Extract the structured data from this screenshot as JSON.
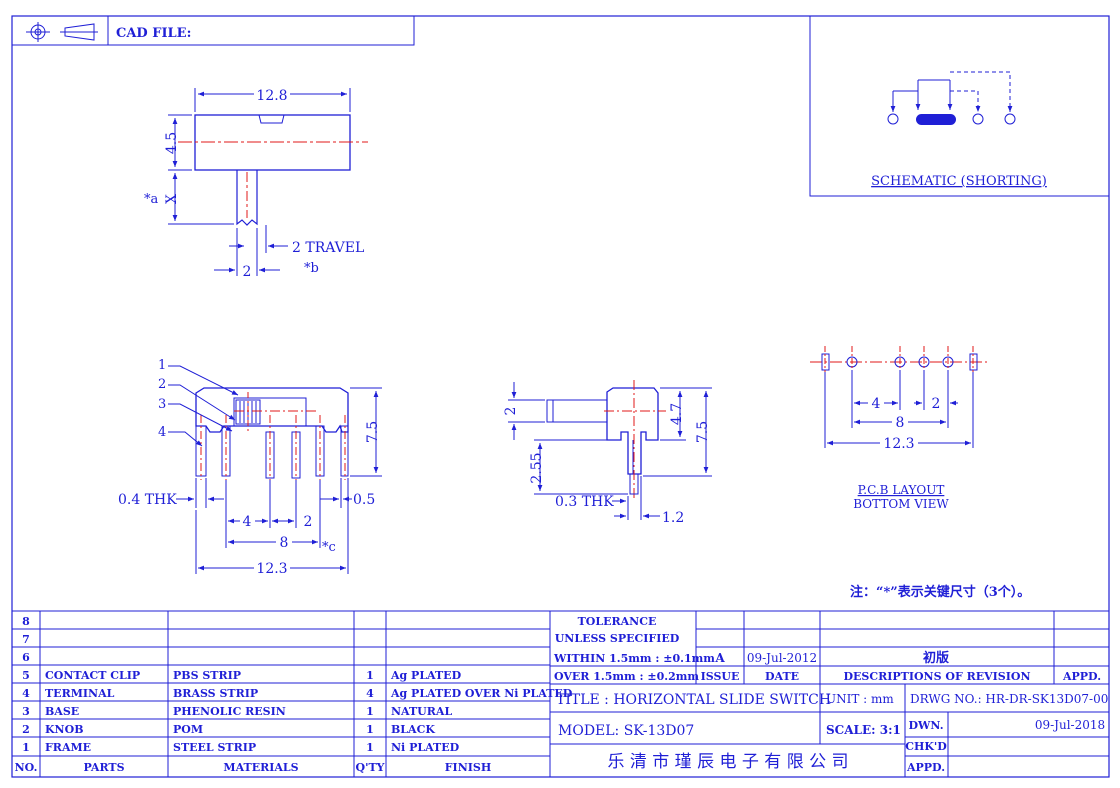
{
  "header": {
    "cad_file_label": "CAD FILE:"
  },
  "top_view": {
    "width": "12.8",
    "height": "4.5",
    "x_label": "X",
    "a_note": "*a",
    "knob_width": "2",
    "travel": "2 TRAVEL",
    "b_note": "*b"
  },
  "schematic": {
    "caption": "SCHEMATIC (SHORTING)"
  },
  "front_view": {
    "callouts": [
      "1",
      "2",
      "3",
      "4"
    ],
    "height": "7.5",
    "thickness": "0.4 THK",
    "edge": "0.5",
    "pitch_4": "4",
    "pitch_2": "2",
    "span_8": "8",
    "c_note": "*c",
    "width": "12.3"
  },
  "side_view": {
    "knob_h": "2",
    "body_h": "4.7",
    "height": "7.5",
    "pin_len": "2.55",
    "thickness": "0.3 THK",
    "pin_w": "1.2"
  },
  "pcb": {
    "d4": "4",
    "d2": "2",
    "d8": "8",
    "d12": "12.3",
    "caption_1": "P.C.B LAYOUT",
    "caption_2": "BOTTOM VIEW"
  },
  "note": "注：“*”表示关键尺寸（3个）。",
  "bom": {
    "header": {
      "no": "NO.",
      "parts": "PARTS",
      "materials": "MATERIALS",
      "qty": "Q'TY",
      "finish": "FINISH"
    },
    "rows": [
      {
        "no": "8",
        "part": "",
        "material": "",
        "qty": "",
        "finish": ""
      },
      {
        "no": "7",
        "part": "",
        "material": "",
        "qty": "",
        "finish": ""
      },
      {
        "no": "6",
        "part": "",
        "material": "",
        "qty": "",
        "finish": ""
      },
      {
        "no": "5",
        "part": "CONTACT CLIP",
        "material": "PBS STRIP",
        "qty": "1",
        "finish": "Ag PLATED"
      },
      {
        "no": "4",
        "part": "TERMINAL",
        "material": "BRASS STRIP",
        "qty": "4",
        "finish": "Ag PLATED OVER Ni PLATED"
      },
      {
        "no": "3",
        "part": "BASE",
        "material": "PHENOLIC RESIN",
        "qty": "1",
        "finish": "NATURAL"
      },
      {
        "no": "2",
        "part": "KNOB",
        "material": "POM",
        "qty": "1",
        "finish": "BLACK"
      },
      {
        "no": "1",
        "part": "FRAME",
        "material": "STEEL STRIP",
        "qty": "1",
        "finish": "Ni PLATED"
      }
    ]
  },
  "title_block": {
    "tol_1": "TOLERANCE",
    "tol_2": "UNLESS SPECIFIED",
    "tol_3": "WITHIN 1.5mm : ±0.1mm",
    "tol_4": "OVER 1.5mm : ±0.2mm",
    "issue_val": "A",
    "date_val": "09-Jul-2012",
    "revision_val": "初版",
    "issue_lbl": "ISSUE",
    "date_lbl": "DATE",
    "desc_lbl": "DESCRIPTIONS OF REVISION",
    "appd_lbl": "APPD.",
    "title": "TITLE :  HORIZONTAL SLIDE SWITCH",
    "unit": "UNIT :  mm",
    "drwg": "DRWG NO.:  HR-DR-SK13D07-00",
    "model": "MODEL:  SK-13D07",
    "scale": "SCALE:  3:1",
    "dwn": "DWN.",
    "dwn_date": "09-Jul-2018",
    "chkd": "CHK'D",
    "appd": "APPD.",
    "company": "乐 清 市 瑾 辰 电 子 有 限 公 司"
  }
}
